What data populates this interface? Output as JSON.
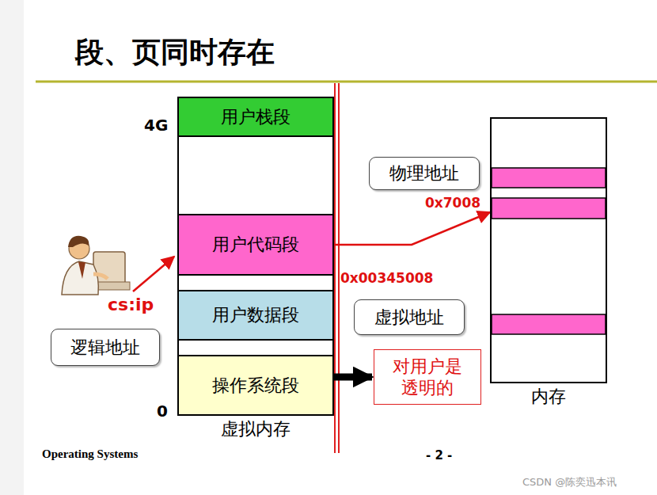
{
  "diagram": {
    "title": "段、页同时存在",
    "nodes": [
      {
        "text": [
          "虚拟内存"
        ]
      },
      {
        "text": [
          "用户栈段"
        ],
        "in": 0
      },
      {
        "text": [
          "用户代码段"
        ],
        "in": 0
      },
      {
        "text": [
          "用户数据段"
        ],
        "in": 0
      },
      {
        "text": [
          "操作系统段"
        ],
        "in": 0
      },
      {
        "text": [
          "逻辑地址"
        ]
      },
      {
        "text": [
          "物理地址"
        ]
      },
      {
        "text": [
          "虚拟地址"
        ]
      },
      {
        "text": [
          "对用户是 透明的"
        ]
      },
      {
        "text": [
          "内存"
        ]
      }
    ],
    "edges": [
      {
        "from": 2,
        "to": 9,
        "arrow": "to"
      },
      {
        "from": 4,
        "to": 8,
        "arrow": "to"
      }
    ],
    "labels": [
      "4G",
      "0",
      "cs:ip",
      "0x7008",
      "0x00345008",
      "Operating Systems",
      "- 2 -",
      "CSDN @陈奕迅本讯"
    ]
  }
}
